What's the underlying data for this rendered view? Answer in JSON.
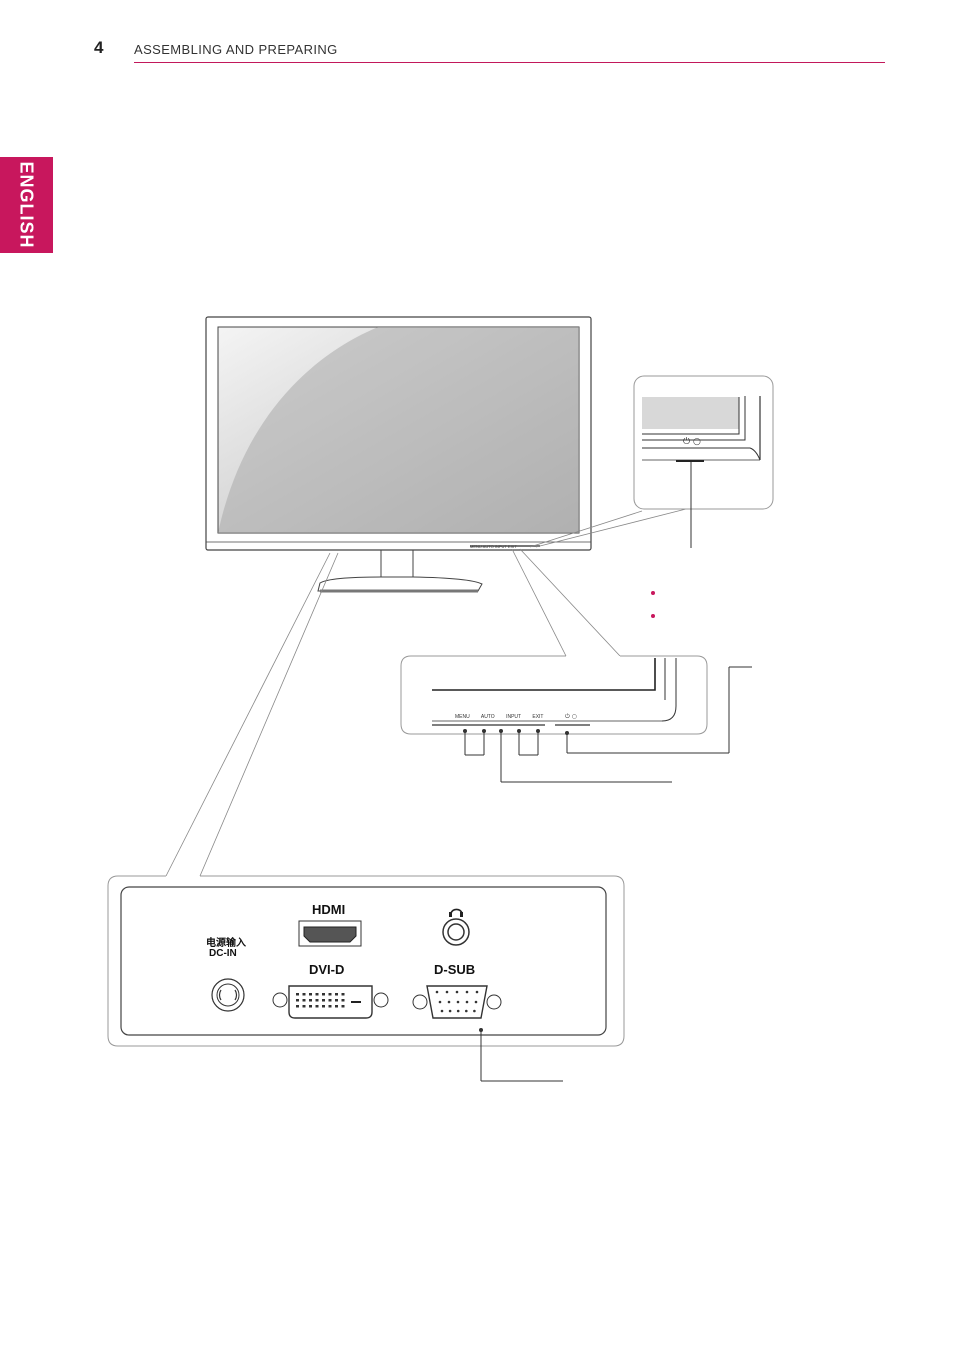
{
  "header": {
    "page_number": "4",
    "section_title": "ASSEMBLING AND PREPARING"
  },
  "side_tab": {
    "language": "ENGLISH"
  },
  "diagram": {
    "button_labels": [
      "MENU",
      "AUTO",
      "INPUT",
      "EXIT"
    ],
    "rear_panel": {
      "power_input_label_cn": "电源输入",
      "power_input_label": "DC-IN",
      "hdmi_label": "HDMI",
      "dvi_label": "DVI-D",
      "dsub_label": "D-SUB",
      "headphone_icon": "headphone-icon",
      "power_icon": "power-icon"
    }
  },
  "colors": {
    "accent": "#c8175d"
  }
}
